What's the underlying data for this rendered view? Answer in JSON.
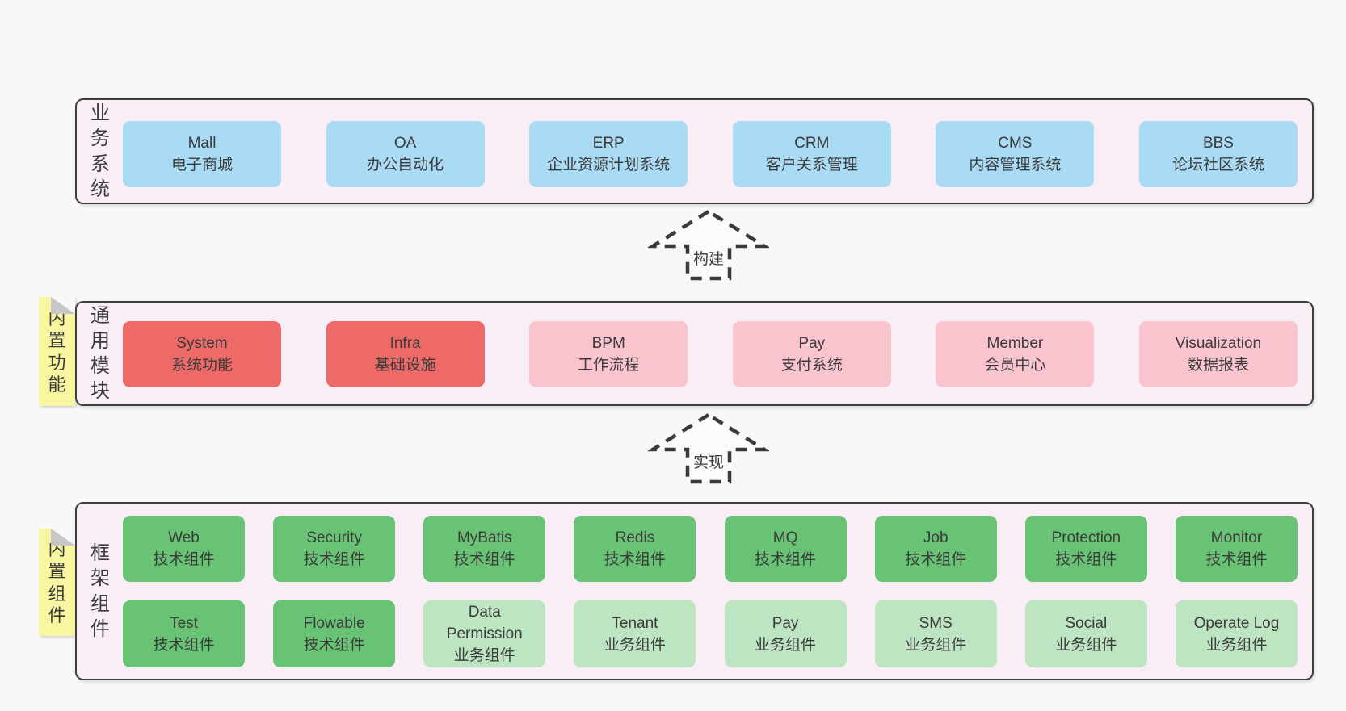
{
  "colors": {
    "page_bg": "#f8f8f8",
    "panel_bg": "#f9eef6",
    "panel_border": "#3e3e3e",
    "business_blue": "#a9dbf4",
    "core_red": "#ee6a68",
    "module_pink": "#fac4ce",
    "tech_green": "#68c474",
    "biz_green": "#bee5c2",
    "note_yellow": "#f8f69f",
    "text": "#3b3b3b"
  },
  "business": {
    "label": "业务系统",
    "items": [
      {
        "name": "Mall",
        "desc": "电子商城"
      },
      {
        "name": "OA",
        "desc": "办公自动化"
      },
      {
        "name": "ERP",
        "desc": "企业资源计划系统"
      },
      {
        "name": "CRM",
        "desc": "客户关系管理"
      },
      {
        "name": "CMS",
        "desc": "内容管理系统"
      },
      {
        "name": "BBS",
        "desc": "论坛社区系统"
      }
    ]
  },
  "arrows": {
    "build": "构建",
    "implement": "实现"
  },
  "modules": {
    "label": "通用模块",
    "note": "内置功能",
    "items": [
      {
        "name": "System",
        "desc": "系统功能"
      },
      {
        "name": "Infra",
        "desc": "基础设施"
      },
      {
        "name": "BPM",
        "desc": "工作流程"
      },
      {
        "name": "Pay",
        "desc": "支付系统"
      },
      {
        "name": "Member",
        "desc": "会员中心"
      },
      {
        "name": "Visualization",
        "desc": "数据报表"
      }
    ]
  },
  "framework": {
    "label": "框架组件",
    "note": "内置组件",
    "row1": [
      {
        "name": "Web",
        "desc": "技术组件"
      },
      {
        "name": "Security",
        "desc": "技术组件"
      },
      {
        "name": "MyBatis",
        "desc": "技术组件"
      },
      {
        "name": "Redis",
        "desc": "技术组件"
      },
      {
        "name": "MQ",
        "desc": "技术组件"
      },
      {
        "name": "Job",
        "desc": "技术组件"
      },
      {
        "name": "Protection",
        "desc": "技术组件"
      },
      {
        "name": "Monitor",
        "desc": "技术组件"
      }
    ],
    "row2": [
      {
        "name": "Test",
        "desc": "技术组件"
      },
      {
        "name": "Flowable",
        "desc": "技术组件"
      },
      {
        "name": "Data Permission",
        "desc": "业务组件"
      },
      {
        "name": "Tenant",
        "desc": "业务组件"
      },
      {
        "name": "Pay",
        "desc": "业务组件"
      },
      {
        "name": "SMS",
        "desc": "业务组件"
      },
      {
        "name": "Social",
        "desc": "业务组件"
      },
      {
        "name": "Operate Log",
        "desc": "业务组件"
      }
    ]
  }
}
